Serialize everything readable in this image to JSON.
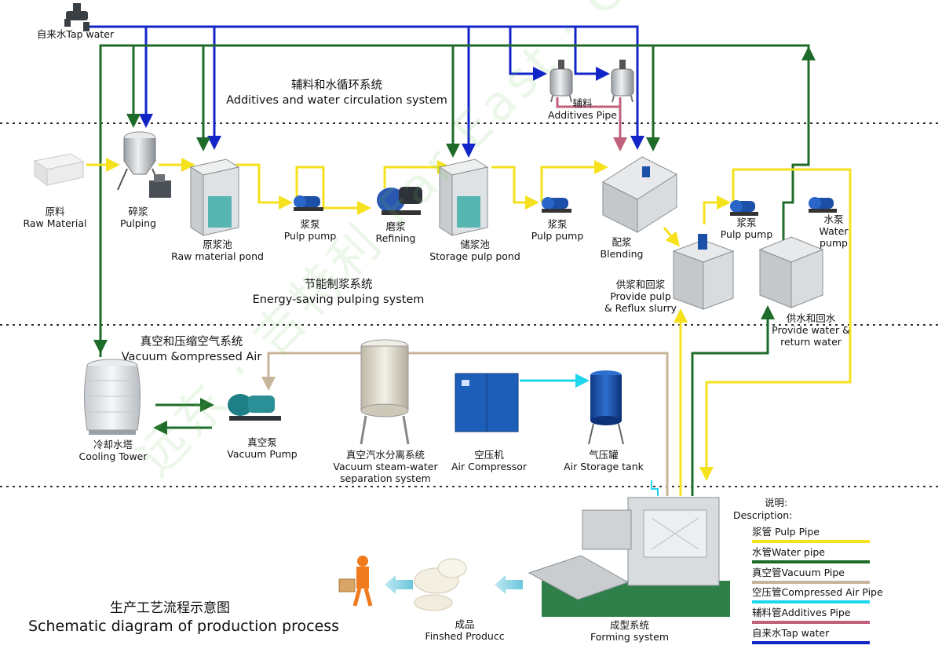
{
  "title": {
    "zh": "生产工艺流程示意图",
    "en": "Schematic diagram of production process"
  },
  "watermark": "远东 · 吉特利 Far East · Gotegrity",
  "colors": {
    "pulp_pipe": "#f5e11c",
    "water_pipe": "#1f6b2a",
    "vacuum_pipe": "#c8b49a",
    "compressed_air_pipe": "#1ed6ec",
    "additives_pipe": "#c0607a",
    "tap_water": "#1226c8"
  },
  "systems": {
    "additives": {
      "zh": "辅料和水循环系统",
      "en": "Additives and water circulation system"
    },
    "pulping": {
      "zh": "节能制浆系统",
      "en": "Energy-saving pulping system"
    },
    "vacuum": {
      "zh": "真空和压缩空气系统",
      "en": "Vacuum &ompressed Air"
    }
  },
  "nodes": {
    "tap_water": {
      "zh": "自来水",
      "en": "Tap water"
    },
    "additives_pipe_label": {
      "zh": "辅料",
      "en": "Additives Pipe"
    },
    "raw_material": {
      "zh": "原料",
      "en": "Raw Material"
    },
    "pulping": {
      "zh": "碎浆",
      "en": "Pulping"
    },
    "raw_pond": {
      "zh": "原浆池",
      "en": "Raw material pond"
    },
    "pulp_pump_1": {
      "zh": "浆泵",
      "en": "Pulp pump"
    },
    "refining": {
      "zh": "磨浆",
      "en": "Refining"
    },
    "storage_pond": {
      "zh": "储浆池",
      "en": "Storage pulp pond"
    },
    "pulp_pump_2": {
      "zh": "浆泵",
      "en": "Pulp pump"
    },
    "blending": {
      "zh": "配浆",
      "en": "Blending"
    },
    "pulp_pump_3": {
      "zh": "浆泵",
      "en": "Pulp pump"
    },
    "water_pump": {
      "zh": "水泵",
      "en1": "Water",
      "en2": "pump"
    },
    "provide_pulp": {
      "zh": "供浆和回浆",
      "en1": "Provide pulp",
      "en2": "& Reflux slurry"
    },
    "provide_water": {
      "zh": "供水和回水",
      "en1": "Provide water &",
      "en2": "return water"
    },
    "cooling_tower": {
      "zh": "冷却水塔",
      "en": "Cooling Tower"
    },
    "vacuum_pump": {
      "zh": "真空泵",
      "en": "Vacuum Pump"
    },
    "separation": {
      "zh": "真空汽水分离系统",
      "en1": "Vacuum steam-water",
      "en2": "separation system"
    },
    "air_compressor": {
      "zh": "空压机",
      "en": "Air Compressor"
    },
    "air_tank": {
      "zh": "气压罐",
      "en": "Air Storage tank"
    },
    "forming": {
      "zh": "成型系统",
      "en": "Forming system"
    },
    "product": {
      "zh": "成品",
      "en": "Finshed Producc"
    }
  },
  "legend": {
    "title_zh": "说明:",
    "title_en": "Description:",
    "items": [
      {
        "label": "浆管 Pulp Pipe",
        "color": "#f5e11c"
      },
      {
        "label": "水管Water pipe",
        "color": "#1f6b2a"
      },
      {
        "label": "真空管Vacuum Pipe",
        "color": "#c8b49a"
      },
      {
        "label": "空压管Compressed Air Pipe",
        "color": "#1ed6ec"
      },
      {
        "label": "辅料管Additives Pipe",
        "color": "#c0607a"
      },
      {
        "label": "自来水Tap water",
        "color": "#1226c8"
      }
    ]
  }
}
